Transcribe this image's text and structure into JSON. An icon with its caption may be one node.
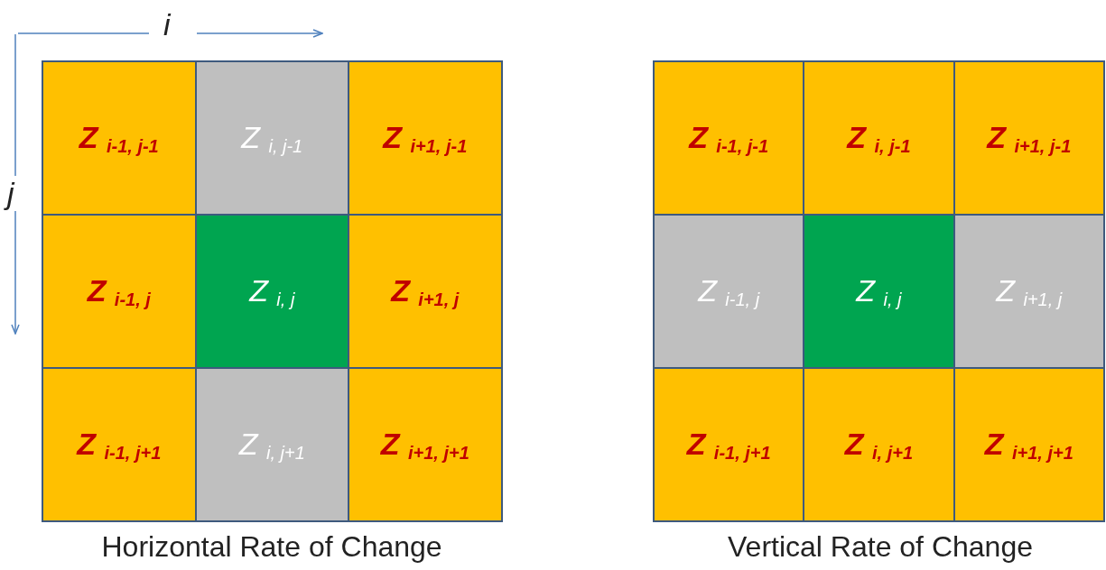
{
  "diagram": {
    "nodes": [
      {
        "text": [
          "Z $_{i-1, j-1}$"
        ]
      },
      {
        "text": [
          "Z $_{i, j-1}$"
        ]
      },
      {
        "text": [
          "Z $_{i+1, j-1}$"
        ]
      },
      {
        "text": [
          "Z $_{i-1, j}$"
        ]
      },
      {
        "text": [
          "Z $_{i, j}$"
        ]
      },
      {
        "text": [
          "Z $_{i+1, j}$"
        ]
      },
      {
        "text": [
          "Z $_{i-1, j+1}$"
        ]
      },
      {
        "text": [
          "Z $_{i, j+1}$"
        ]
      },
      {
        "text": [
          "Z $_{i+1, j+1}$"
        ]
      },
      {
        "text": [
          "Z $_{i-1, j-1}$"
        ]
      },
      {
        "text": [
          "Z $_{i, j-1}$"
        ]
      },
      {
        "text": [
          "Z $_{i+1, j-1}$"
        ]
      },
      {
        "text": [
          "Z $_{i-1, j}$"
        ]
      },
      {
        "text": [
          "Z $_{i, j}$"
        ]
      },
      {
        "text": [
          "Z $_{i+1, j}$"
        ]
      },
      {
        "text": [
          "Z $_{i-1, j+1}$"
        ]
      },
      {
        "text": [
          "Z $_{i, j+1}$"
        ]
      },
      {
        "text": [
          "Z $_{i+1, j+1}$"
        ]
      }
    ],
    "labels": [
      "i",
      "j",
      "Horizontal Rate of Change",
      "Vertical Rate of Change"
    ]
  }
}
